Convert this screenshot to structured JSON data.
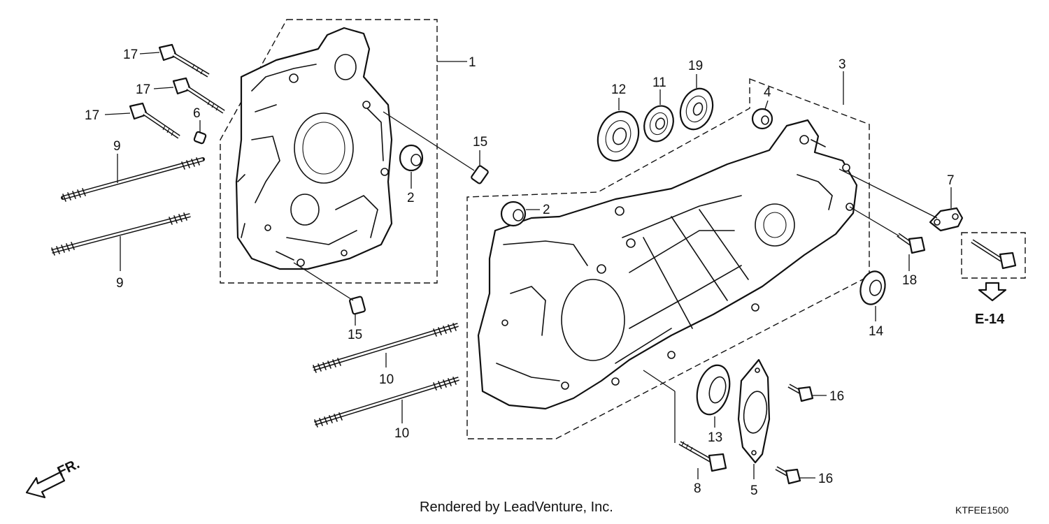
{
  "callouts": {
    "c1": "1",
    "c2a": "2",
    "c2b": "2",
    "c3": "3",
    "c4": "4",
    "c5": "5",
    "c6": "6",
    "c7": "7",
    "c8": "8",
    "c9a": "9",
    "c9b": "9",
    "c10a": "10",
    "c10b": "10",
    "c11": "11",
    "c12": "12",
    "c13": "13",
    "c14": "14",
    "c15a": "15",
    "c15b": "15",
    "c16a": "16",
    "c16b": "16",
    "c17a": "17",
    "c17b": "17",
    "c17c": "17",
    "c18": "18",
    "c19": "19"
  },
  "reference": "E-14",
  "front_marker": "FR.",
  "credit": "Rendered by LeadVenture, Inc.",
  "diagram_code": "KTFEE1500"
}
